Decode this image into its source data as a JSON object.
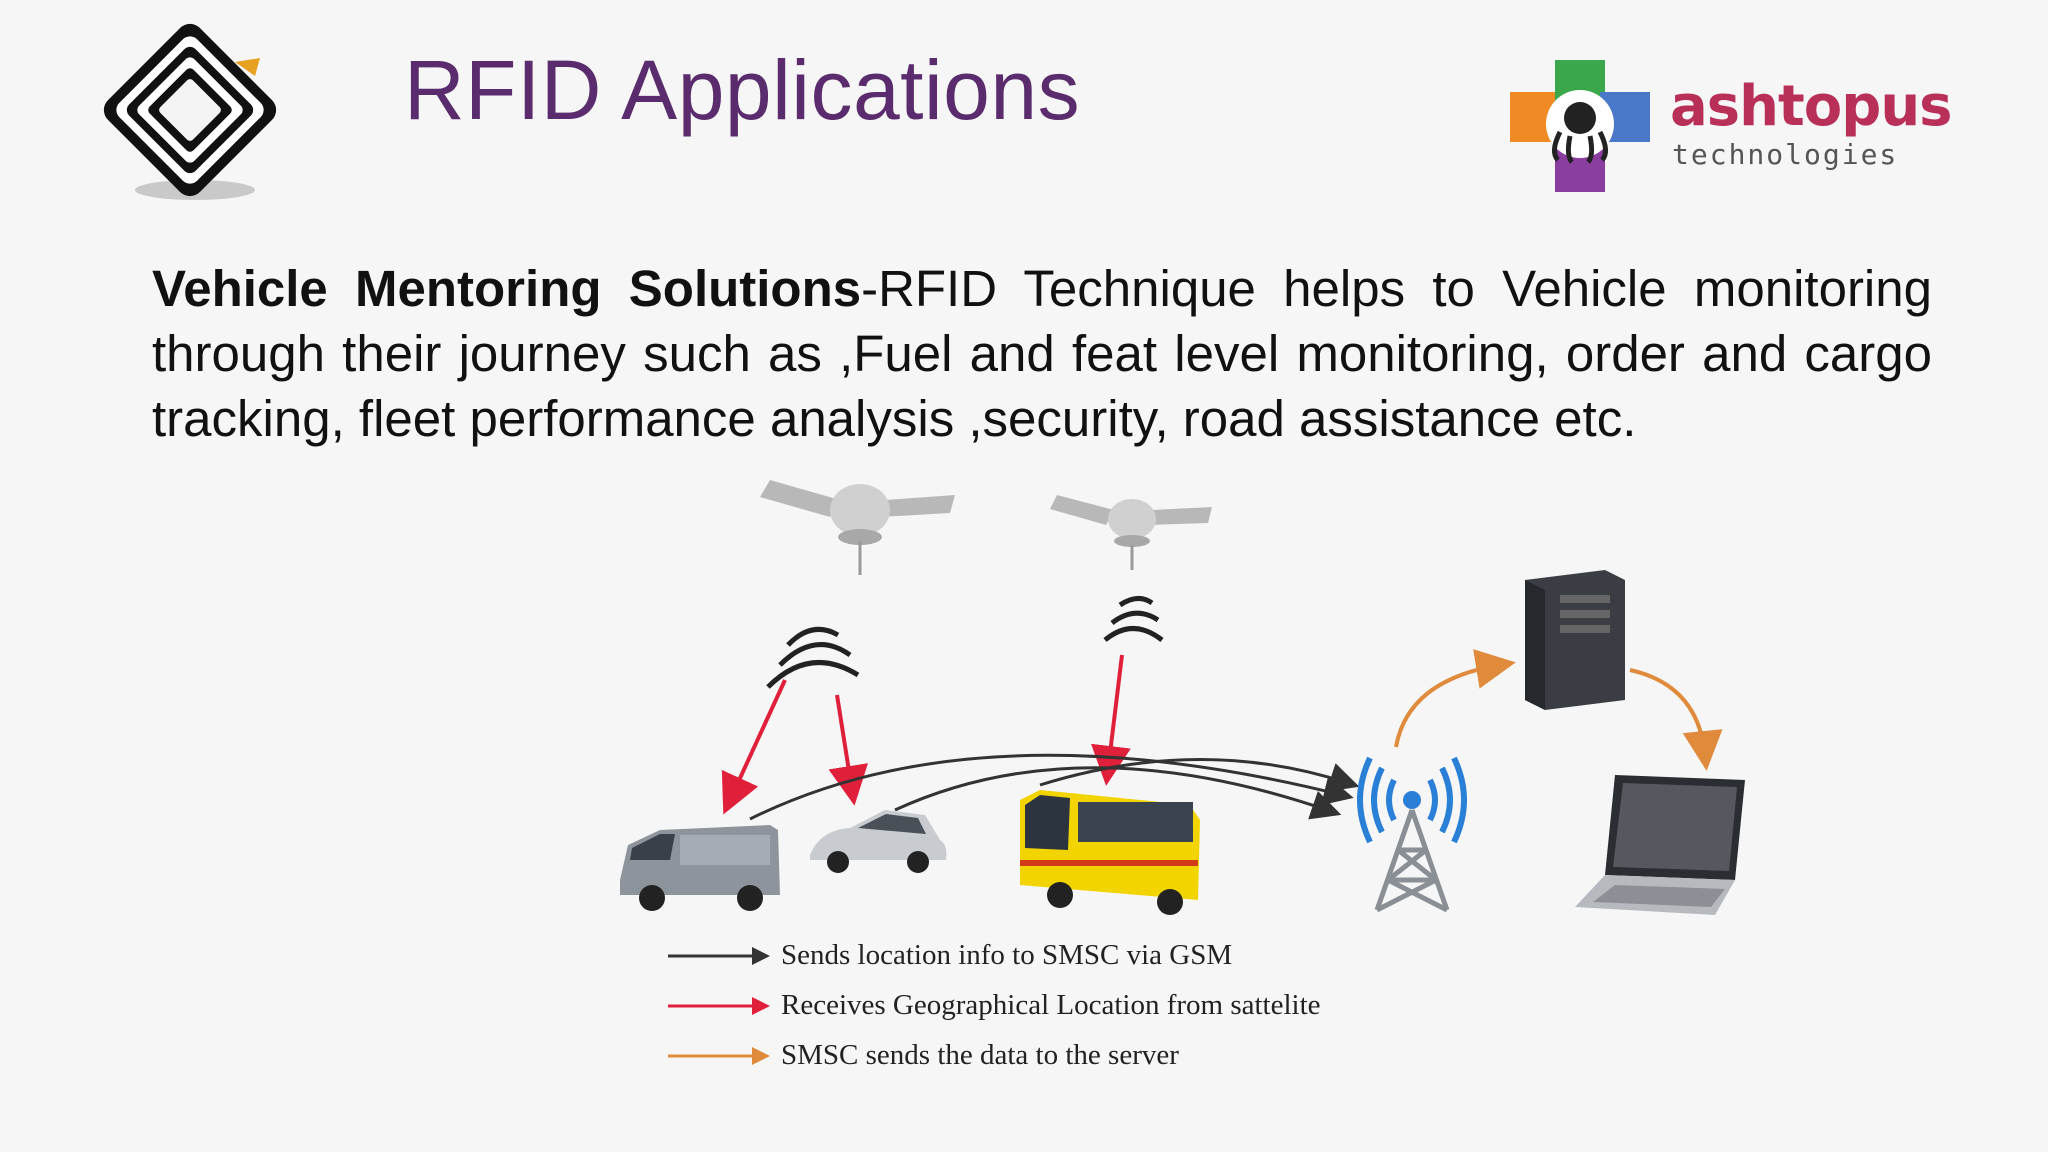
{
  "slide": {
    "title": "RFID Applications",
    "brand": {
      "name": "ashtopus",
      "tagline": "technologies"
    },
    "paragraph": {
      "bold_lead": "Vehicle Mentoring Solutions",
      "text": "-RFID Technique helps to Vehicle monitoring through their journey such as ,Fuel and feat level monitoring, order and cargo tracking, fleet performance analysis ,security, road assistance etc."
    },
    "diagram": {
      "legend": [
        {
          "label": "Sends location info to SMSC via GSM",
          "color": "#333333"
        },
        {
          "label": "Receives Geographical Location from sattelite",
          "color": "#e0203a"
        },
        {
          "label": "SMSC sends the data to the server",
          "color": "#e08a3c"
        }
      ],
      "icons": [
        "satellite-icon",
        "satellite-icon",
        "van-icon",
        "car-icon",
        "bus-icon",
        "cell-tower-icon",
        "server-icon",
        "laptop-icon"
      ]
    },
    "colors": {
      "title": "#5a2b6d",
      "brand": "#b83058",
      "bus": "#f2d400",
      "tower": "#2a7fd6"
    }
  }
}
